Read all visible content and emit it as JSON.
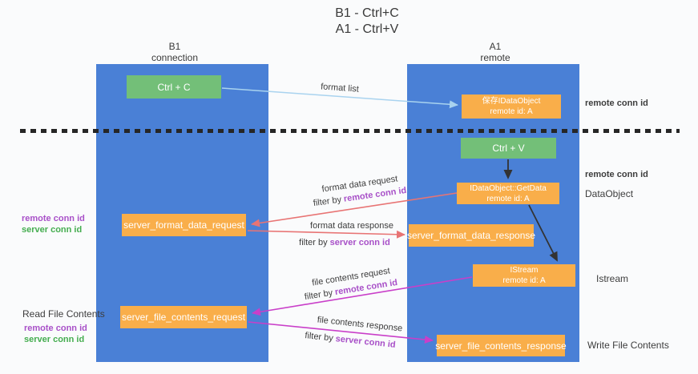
{
  "title": {
    "line1": "B1 - Ctrl+C",
    "line2": "A1 - Ctrl+V"
  },
  "columns": {
    "left": {
      "title": "B1",
      "subtitle": "connection"
    },
    "right": {
      "title": "A1",
      "subtitle": "remote"
    }
  },
  "boxes": {
    "ctrl_c": {
      "label": "Ctrl + C"
    },
    "ctrl_v": {
      "label": "Ctrl + V"
    },
    "save_dataobject": {
      "line1": "保存IDataObject",
      "line2": "remote id: A"
    },
    "getdata": {
      "line1": "IDataObject::GetData",
      "line2": "remote id: A"
    },
    "istream": {
      "line1": "IStream",
      "line2": "remote id: A"
    },
    "format_request": {
      "label": "server_format_data_request"
    },
    "format_response": {
      "label": "server_format_data_response"
    },
    "file_request": {
      "label": "server_file_contents_request"
    },
    "file_response": {
      "label": "server_file_contents_response"
    }
  },
  "arrows": {
    "format_list": {
      "label": "format list"
    },
    "format_data_request": {
      "label": "format data request",
      "filter_prefix": "filter by",
      "filter_key": "remote conn id"
    },
    "format_data_response": {
      "label": "format data response",
      "filter_prefix": "filter by",
      "filter_key": "server conn id"
    },
    "file_contents_request": {
      "label": "file contents request",
      "filter_prefix": "filter by",
      "filter_key": "remote conn id"
    },
    "file_contents_response": {
      "label": "file contents response",
      "filter_prefix": "filter by",
      "filter_key": "server conn id"
    }
  },
  "side_labels": {
    "remote_conn_id_top_right": "remote conn id",
    "remote_conn_id_mid_right": "remote conn id",
    "dataobject": "DataObject",
    "istream": "Istream",
    "write_file_contents": "Write File Contents",
    "read_file_contents": "Read File Contents",
    "left_mid": {
      "remote": "remote conn id",
      "server": "server conn id"
    },
    "left_bottom": {
      "remote": "remote conn id",
      "server": "server conn id"
    }
  },
  "colors": {
    "column_blue": "#4a80d6",
    "box_green": "#73bf78",
    "box_orange": "#f9ae4a",
    "arrow_red": "#e87474",
    "arrow_magenta": "#c93fc9",
    "arrow_lightblue": "#a9d3ef",
    "text_purple": "#a850c8",
    "text_green": "#44ad4f",
    "dash_black": "#262626",
    "text_dark": "#3d3d3d",
    "bg": "#fafbfc"
  }
}
